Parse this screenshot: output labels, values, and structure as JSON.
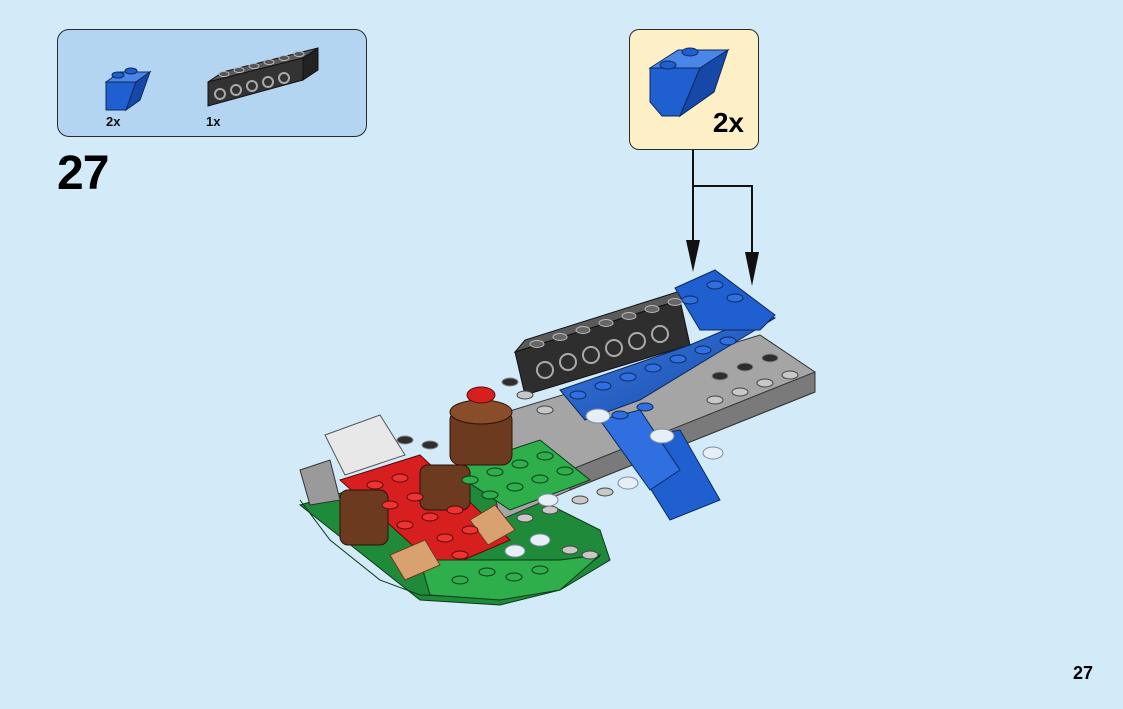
{
  "parts_list": {
    "items": [
      {
        "qty": "2x",
        "icon": "blue-inverted-slope-brick-icon"
      },
      {
        "qty": "1x",
        "icon": "dark-grey-technic-brick-icon"
      }
    ]
  },
  "step": {
    "number": "27"
  },
  "callout": {
    "qty": "2x",
    "icon": "blue-inverted-slope-brick-icon"
  },
  "page": {
    "number": "27"
  },
  "colors": {
    "background": "#d3ebf9",
    "parts_box": "#b3d5f2",
    "callout_box": "#fdefc6",
    "brick_blue": "#1f5fd0",
    "brick_dark_grey": "#3a3a3a",
    "brick_grey": "#9c9c9c",
    "brick_green": "#2fae4c",
    "brick_red": "#d81f1f",
    "brick_brown": "#6b3a1f",
    "brick_tan": "#d9a070"
  }
}
